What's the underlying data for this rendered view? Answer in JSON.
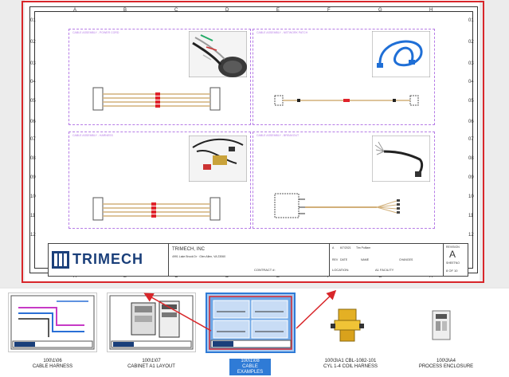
{
  "sheet": {
    "col_labels": [
      "A",
      "B",
      "C",
      "D",
      "E",
      "F",
      "G",
      "H"
    ],
    "row_labels": [
      "01",
      "02",
      "03",
      "04",
      "05",
      "06",
      "07",
      "08",
      "09",
      "10",
      "11",
      "12"
    ],
    "panels": [
      {
        "title": "CABLE ASSEMBLY - POWER CORD"
      },
      {
        "title": "CABLE ASSEMBLY - NETWORK PATCH"
      },
      {
        "title": "CABLE ASSEMBLY - HARNESS"
      },
      {
        "title": "CABLE ASSEMBLY - BREAKOUT"
      }
    ],
    "title_block": {
      "logo_text": "TRIMECH",
      "company": "TRIMECH, INC",
      "address": "4991 Lake Brook Dr · Glen Allen, VA 23060",
      "contract": "CONTRACT #:",
      "rev_row": [
        "A",
        "6/7/2021",
        "Tim Pulliam"
      ],
      "rev_header": [
        "REV",
        "DATE",
        "NAME",
        "CHANGES"
      ],
      "location_label": "LOCATION:",
      "location_value": "A1  FACILITY",
      "revision_label": "REVISION",
      "revision_value": "A",
      "sheet_label": "SHEETNO",
      "sheet_value": "8 OF 10"
    }
  },
  "thumbnails": [
    {
      "line1": "100\\1\\06",
      "line2": "CABLE HARNESS",
      "selected": false
    },
    {
      "line1": "100\\1\\07",
      "line2": "CABINET A1 LAYOUT",
      "selected": false
    },
    {
      "line1": "100\\1\\08",
      "line2": "CABLE EXAMPLES",
      "selected": true
    },
    {
      "line1": "100\\3\\A1 CBL-1082-101",
      "line2": "CYL 1-4 COIL HARNESS",
      "selected": false
    },
    {
      "line1": "100\\3\\A4",
      "line2": "PROCESS ENCLOSURE",
      "selected": false
    }
  ],
  "colors": {
    "accent_red": "#d8262a",
    "panel_purple": "#b67ce6",
    "trimech_blue": "#1a3f7a",
    "select_blue": "#2f7bd6"
  }
}
